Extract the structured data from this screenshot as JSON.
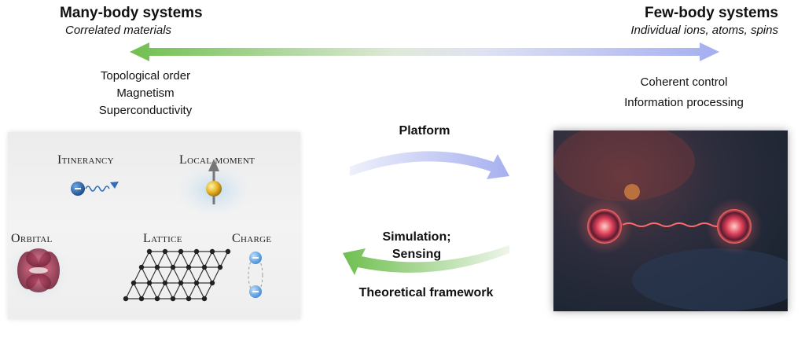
{
  "left_header": {
    "title": "Many-body systems",
    "subtitle": "Correlated materials",
    "items": [
      "Topological order",
      "Magnetism",
      "Superconductivity"
    ]
  },
  "right_header": {
    "title": "Few-body systems",
    "subtitle": "Individual ions, atoms, spins",
    "items": [
      "Coherent control",
      "Information processing"
    ]
  },
  "middle": {
    "platform_label": "Platform",
    "simulation_label_line1": "Simulation;",
    "simulation_label_line2": "Sensing",
    "theory_label": "Theoretical framework"
  },
  "left_panel": {
    "itinerancy": "Itinerancy",
    "local_moment": "Local moment",
    "orbital": "Orbital",
    "lattice": "Lattice",
    "charge": "Charge",
    "electron_symbol": "-"
  },
  "colors": {
    "green": "#7fc25a",
    "blue": "#a9b3ee",
    "electron": "#2f6fb8",
    "spin_ball": "#e6b422",
    "orbital": "#8b2f45",
    "ion_glow": "#ff5a5a"
  }
}
